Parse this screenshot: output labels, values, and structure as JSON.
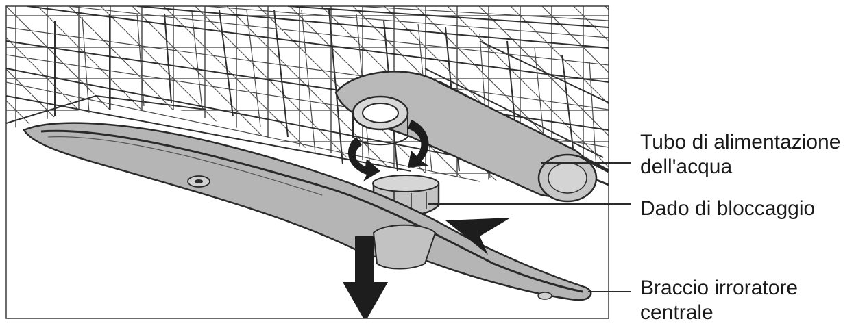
{
  "labels": {
    "water_supply_tube": [
      "Tubo di alimentazione",
      "dell'acqua"
    ],
    "locking_nut": "Dado di bloccaggio",
    "middle_spray_arm": [
      "Braccio irroratore",
      "centrale"
    ]
  },
  "colors": {
    "line": "#2a2a2a",
    "part_fill": "#b9b9b9",
    "background": "#ffffff"
  }
}
